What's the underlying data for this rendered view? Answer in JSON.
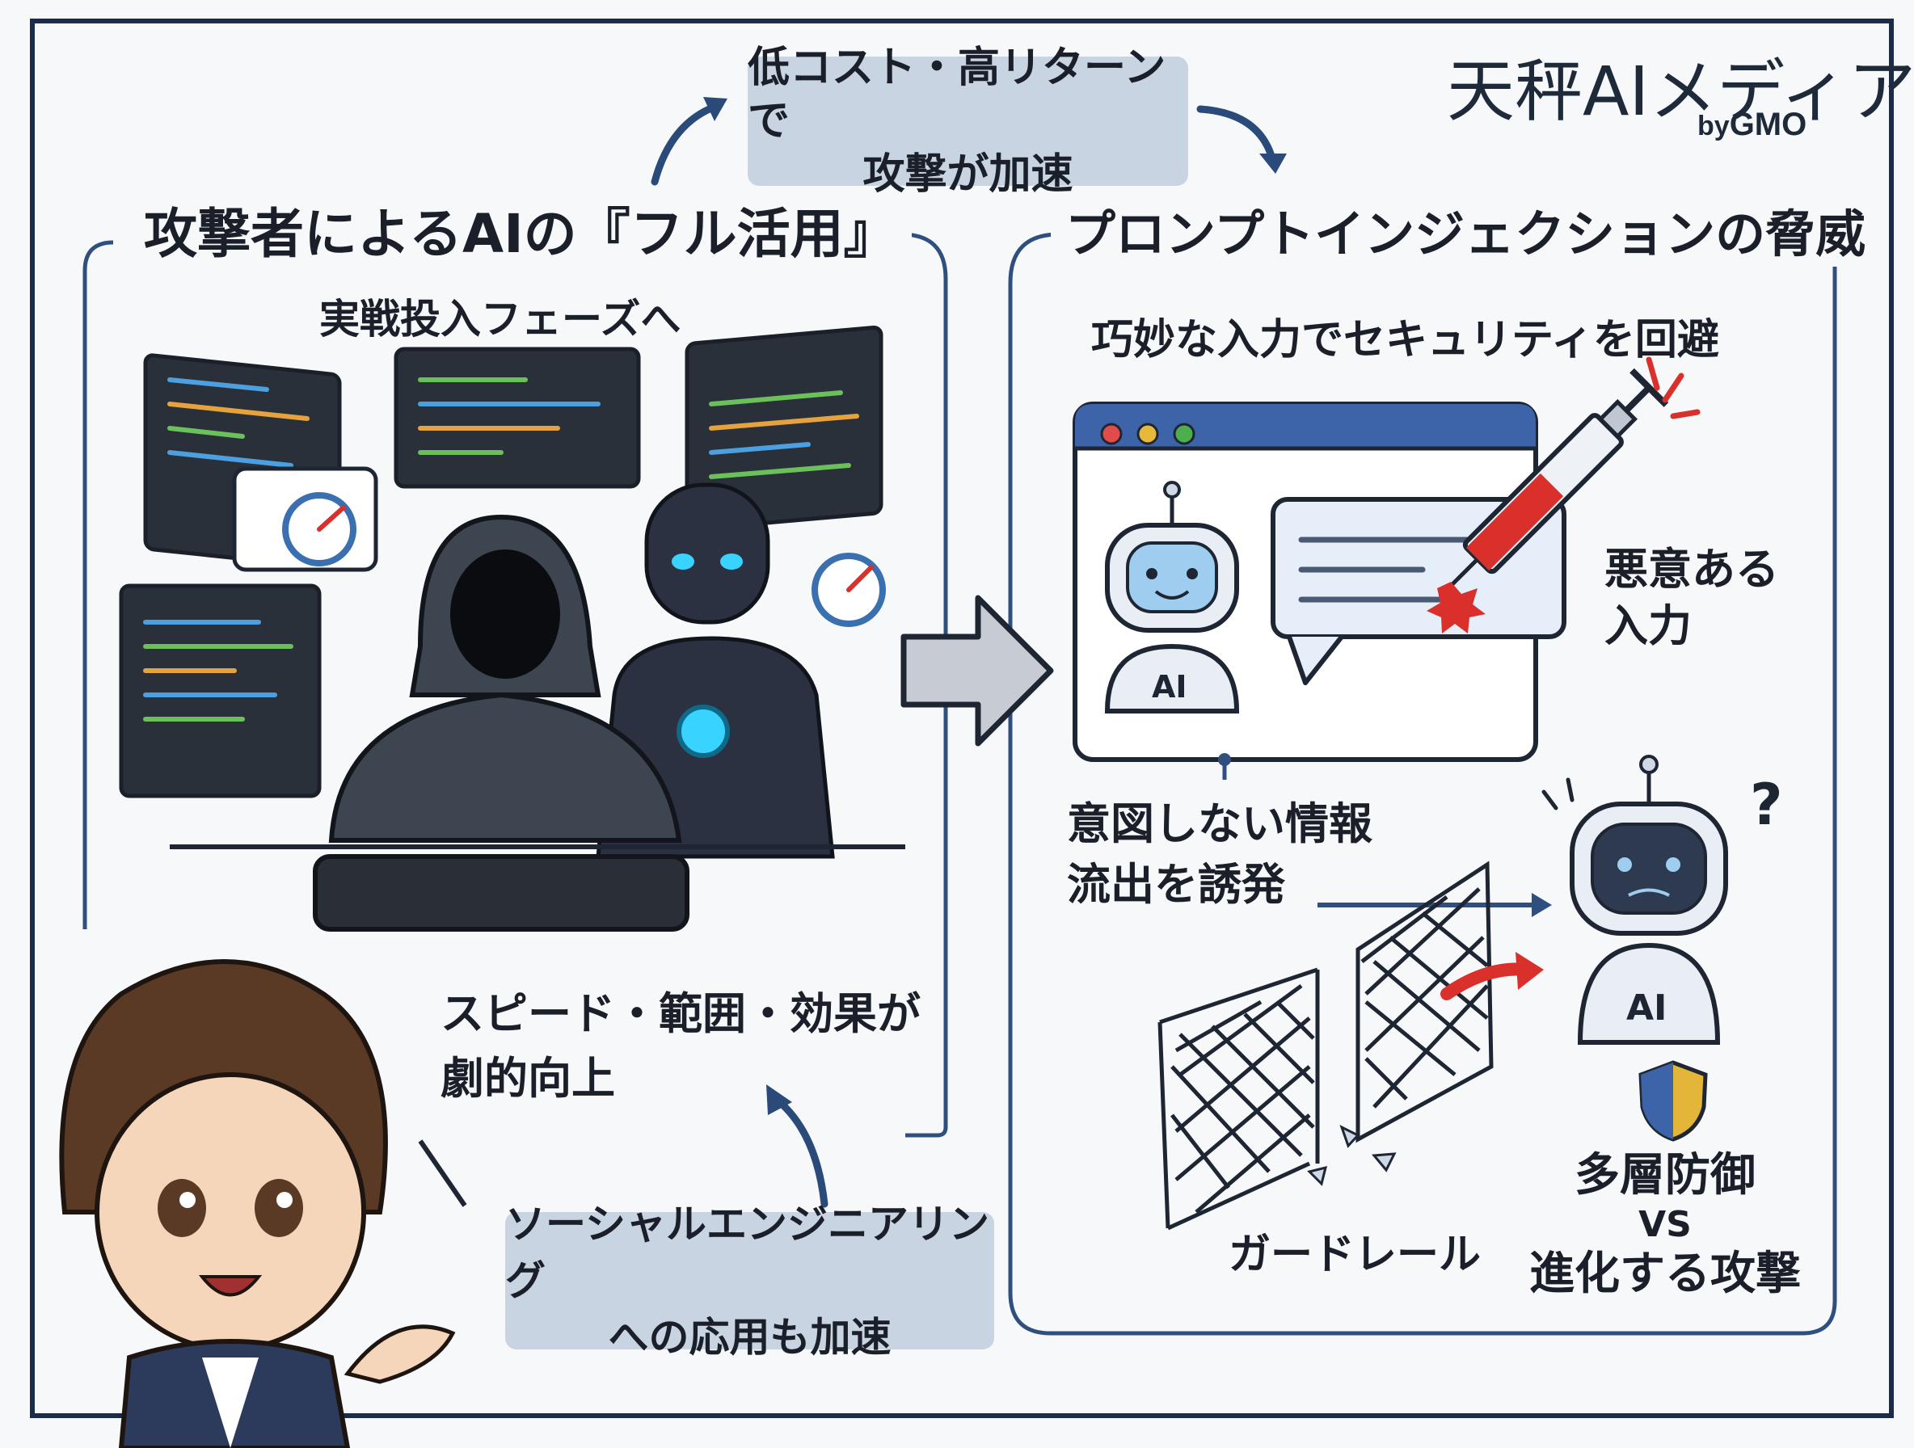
{
  "brand": {
    "name": "天秤AIメディア",
    "by": "by",
    "company": "GMO"
  },
  "top_banner": {
    "line1": "低コスト・高リターンで",
    "line2": "攻撃が加速"
  },
  "left_panel": {
    "title": "攻撃者によるAIの『フル活用』",
    "subtitle": "実戦投入フェーズへ",
    "caption_line1": "スピード・範囲・効果が",
    "caption_line2": "劇的向上",
    "bottom_box_line1": "ソーシャルエンジニアリング",
    "bottom_box_line2": "への応用も加速"
  },
  "right_panel": {
    "title": "プロンプトインジェクションの脅威",
    "subtitle": "巧妙な入力でセキュリティを回避",
    "malicious_line1": "悪意ある",
    "malicious_line2": "入力",
    "ai_label": "AI",
    "leak_line1": "意図しない情報",
    "leak_line2": "流出を誘発",
    "guardrail": "ガードレール",
    "ai_label2": "AI",
    "defense_line1": "多層防御",
    "defense_line2": "VS",
    "defense_line3": "進化する攻撃"
  },
  "colors": {
    "frame": "#1b2b4a",
    "panel_border": "#2f4f7f",
    "pill_bg": "#c9d4e2",
    "accent_red": "#d9302c",
    "glow": "#38d3ff"
  }
}
